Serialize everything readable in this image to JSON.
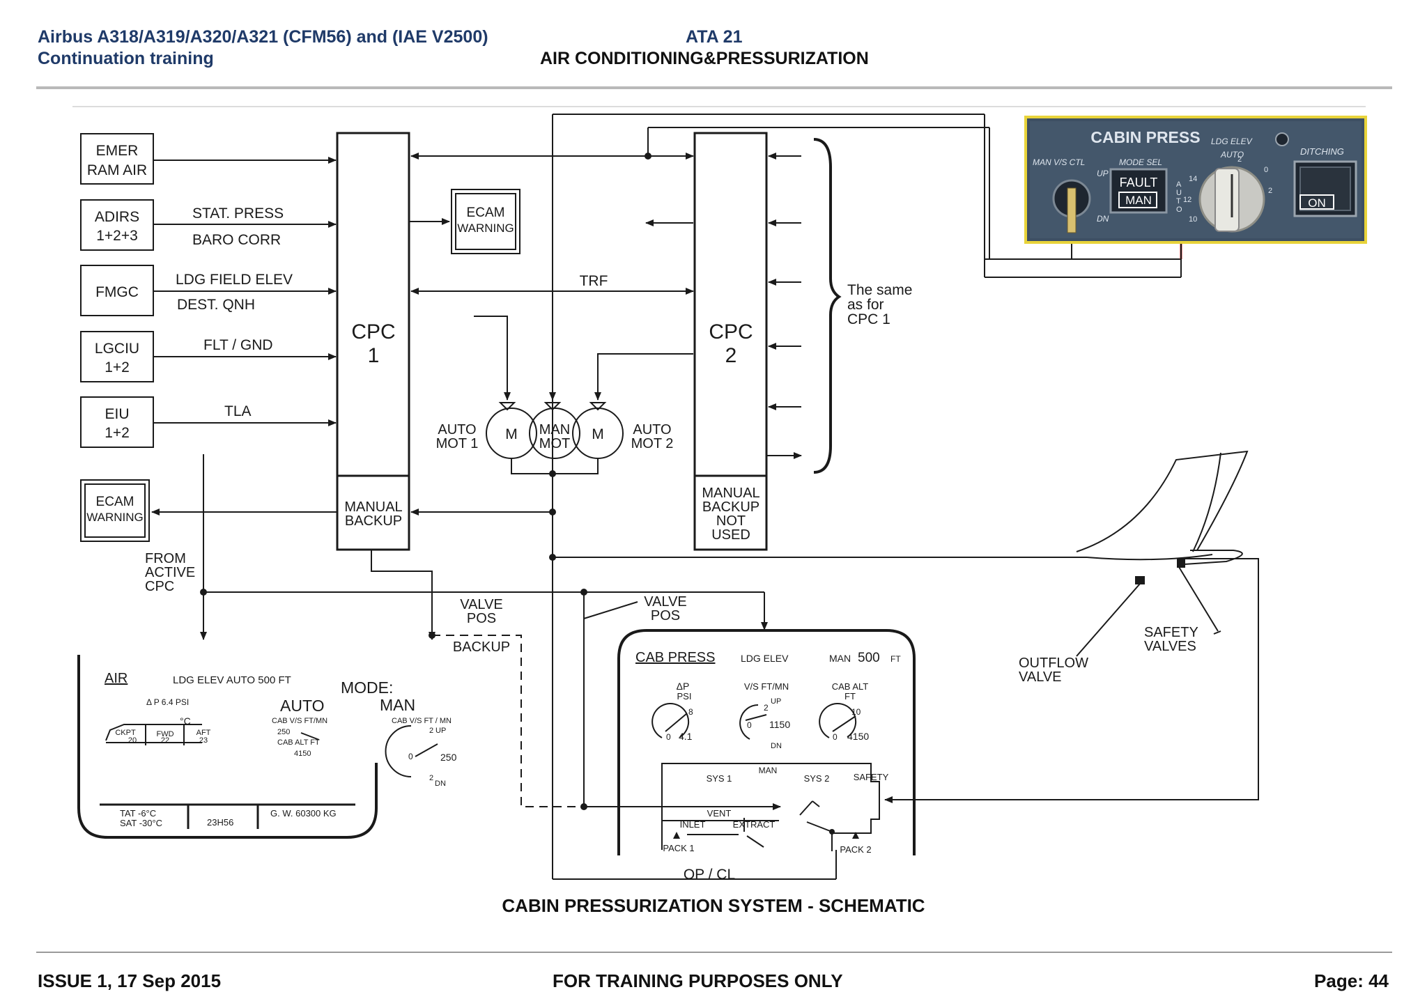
{
  "header": {
    "left_line1": "Airbus A318/A319/A320/A321 (CFM56) and (IAE V2500)",
    "left_line2": "Continuation training",
    "center_line1": "ATA 21",
    "center_line2": "AIR CONDITIONING&PRESSURIZATION"
  },
  "inputs": [
    {
      "box": [
        "EMER",
        "RAM AIR"
      ],
      "signals": []
    },
    {
      "box": [
        "ADIRS",
        "1+2+3"
      ],
      "signals": [
        "STAT. PRESS",
        "BARO CORR"
      ]
    },
    {
      "box": [
        "FMGC"
      ],
      "signals": [
        "LDG  FIELD  ELEV",
        "DEST. QNH"
      ]
    },
    {
      "box": [
        "LGCIU",
        "1+2"
      ],
      "signals": [
        "FLT / GND"
      ]
    },
    {
      "box": [
        "EIU",
        "1+2"
      ],
      "signals": [
        "TLA"
      ]
    }
  ],
  "ecam_warning": [
    "ECAM",
    "WARNING"
  ],
  "cpc1": [
    "CPC",
    "1"
  ],
  "cpc2": [
    "CPC",
    "2"
  ],
  "manual_backup": [
    "MANUAL",
    "BACKUP"
  ],
  "manual_backup_not_used": [
    "MANUAL",
    "BACKUP",
    "NOT",
    "USED"
  ],
  "trf": "TRF",
  "same_as": [
    "The same",
    "as for",
    "CPC 1"
  ],
  "motors": {
    "auto1": [
      "AUTO",
      "MOT  1"
    ],
    "m": "M",
    "man": [
      "MAN",
      "MOT"
    ],
    "auto2": [
      "AUTO",
      "MOT  2"
    ]
  },
  "from_active": [
    "FROM",
    "ACTIVE",
    "CPC"
  ],
  "valve_pos": [
    "VALVE",
    "POS"
  ],
  "backup": "BACKUP",
  "op_cl": "OP / CL",
  "outflow_valve": [
    "OUTFLOW",
    "VALVE"
  ],
  "safety_valves": [
    "SAFETY",
    "VALVES"
  ],
  "air_page": {
    "title": "AIR",
    "ldg_elev": "LDG  ELEV  AUTO  500 FT",
    "delta_p": "Δ  P 6.4 PSI",
    "deg_c": "°C",
    "zones": [
      {
        "name": "CKPT",
        "temp": "20"
      },
      {
        "name": "FWD",
        "temp": "22"
      },
      {
        "name": "AFT",
        "temp": "23"
      }
    ],
    "mode": "MODE:",
    "auto": "AUTO",
    "auto_block": [
      "CAB V/S FT/MN",
      "250",
      "CAB ALT FT",
      "4150"
    ],
    "man": "MAN",
    "man_block": {
      "unit": "CAB  V/S  FT / MN",
      "value": "250",
      "up": "UP",
      "dn": "DN",
      "two_up": "2",
      "two_dn": "2",
      "zero": "0"
    },
    "tat": "TAT  -6°C",
    "sat": "SAT -30°C",
    "time": "23H56",
    "gw": "G. W. 60300 KG"
  },
  "press_page": {
    "title": "CAB  PRESS",
    "ldg_elev": "LDG  ELEV",
    "man": "MAN",
    "man_value": "500",
    "man_unit": "FT",
    "gauges": [
      {
        "label": [
          "ΔP",
          "PSI"
        ],
        "value": "4.1",
        "max": "8",
        "zero": "0"
      },
      {
        "label": [
          "V/S  FT/MN"
        ],
        "value": "1150",
        "up": "UP",
        "dn": "DN",
        "two": "2",
        "zero": "0"
      },
      {
        "label": [
          "CAB  ALT",
          "FT"
        ],
        "value": "4150",
        "max": "10",
        "zero": "0"
      }
    ],
    "man_label": "MAN",
    "sys1": "SYS 1",
    "sys2": "SYS 2",
    "safety": "SAFETY",
    "vent": "VENT",
    "inlet": "INLET",
    "extract": "EXTRACT",
    "pack1": "PACK 1",
    "pack2": "PACK 2"
  },
  "panel": {
    "title": "CABIN PRESS",
    "man_vs_ctl": "MAN V/S CTL",
    "up": "UP",
    "dn": "DN",
    "mode_sel": "MODE SEL",
    "fault": "FAULT",
    "man": "MAN",
    "ldg_elev": "LDG ELEV",
    "auto": "AUTO",
    "auto_vert": [
      "A",
      "U",
      "T",
      "O"
    ],
    "scale": [
      "14",
      "12",
      "10",
      "0",
      "2",
      "2"
    ],
    "ditching": "DITCHING",
    "on": "ON",
    "colors": {
      "panel_bg": "#3d4f63",
      "border": "#e8d33a",
      "label": "#dfe6ee"
    }
  },
  "caption": "CABIN PRESSURIZATION SYSTEM - SCHEMATIC",
  "footer": {
    "issue": "ISSUE 1, 17 Sep 2015",
    "training": "FOR TRAINING PURPOSES ONLY",
    "page": "Page: 44"
  }
}
